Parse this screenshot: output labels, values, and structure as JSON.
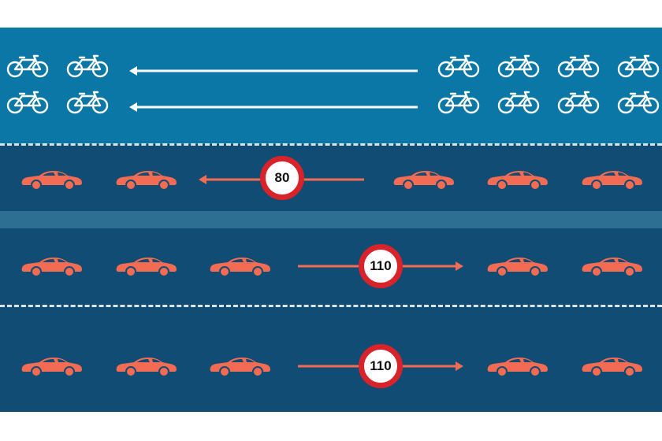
{
  "colors": {
    "bike_lane": "#0a77a6",
    "car_lane": "#104c73",
    "median": "#2d6f93",
    "car": "#f26b52",
    "arrow_white": "#ffffff",
    "sign_border": "#d8232a"
  },
  "icons": {
    "bike": "bicycle-icon",
    "car": "car-icon"
  },
  "lanes": [
    {
      "name": "bike-lane-top",
      "vehicle": "bicycle",
      "direction": "left",
      "speed_limit": null
    },
    {
      "name": "bike-lane-bottom",
      "vehicle": "bicycle",
      "direction": "left",
      "speed_limit": null
    },
    {
      "name": "car-lane-1",
      "vehicle": "car",
      "direction": "left",
      "speed_limit": "80"
    },
    {
      "name": "car-lane-2",
      "vehicle": "car",
      "direction": "right",
      "speed_limit": "110"
    },
    {
      "name": "car-lane-3",
      "vehicle": "car",
      "direction": "right",
      "speed_limit": "110"
    }
  ]
}
